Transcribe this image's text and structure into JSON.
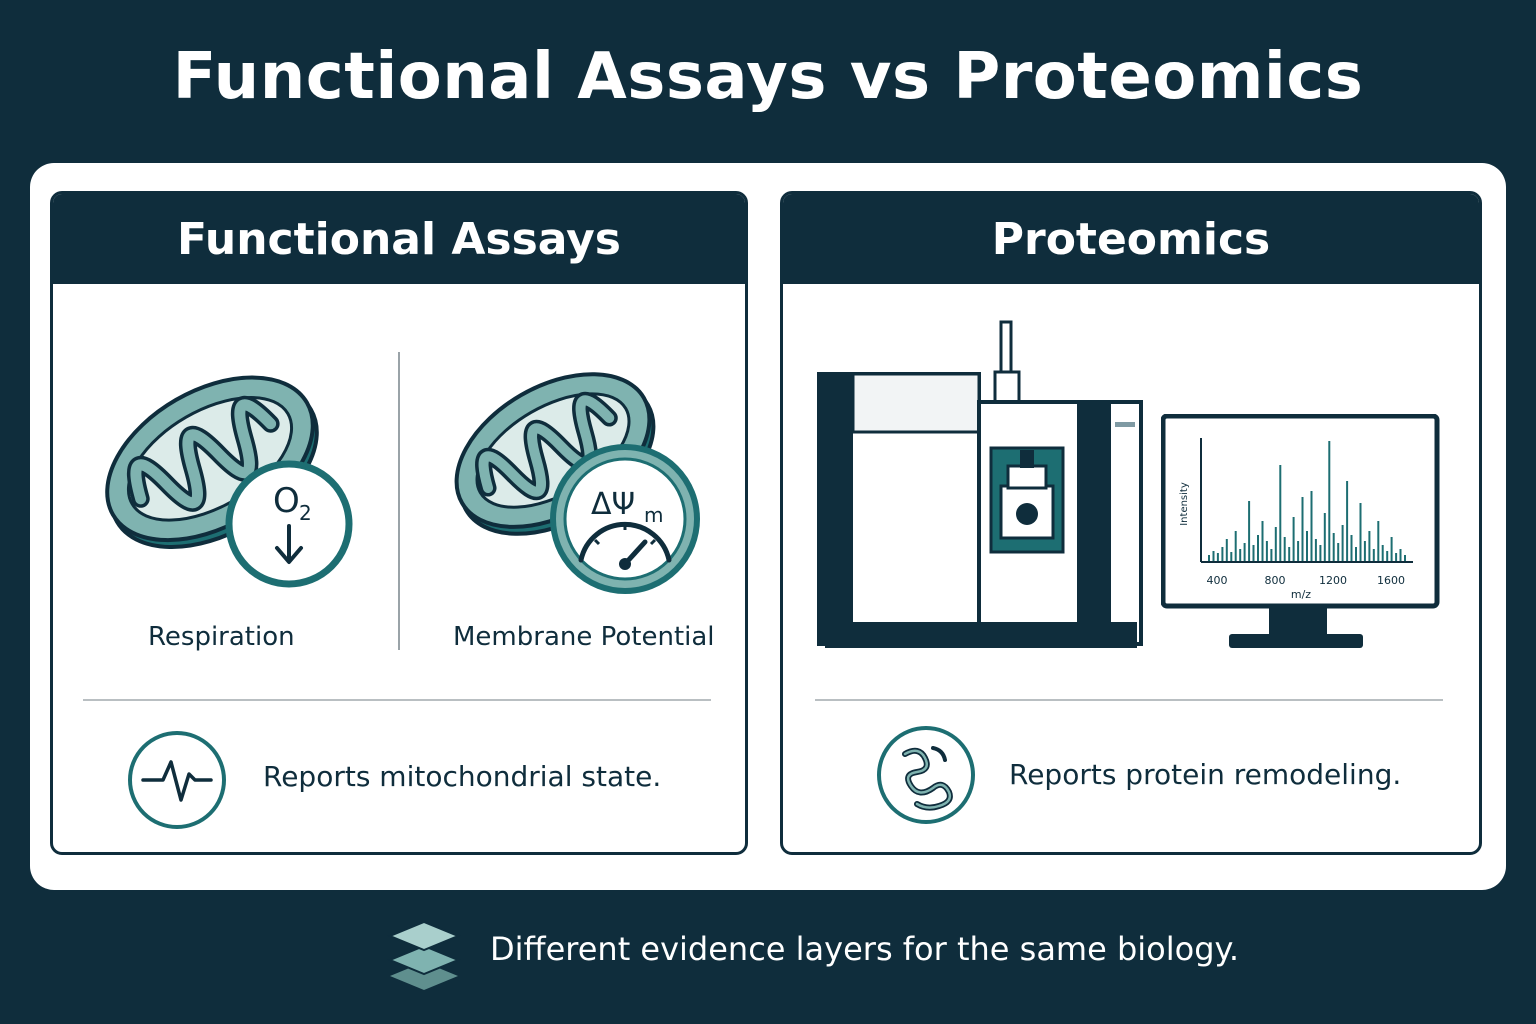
{
  "title": "Functional Assays vs Proteomics",
  "left_panel": {
    "header": "Functional Assays",
    "respiration_label": "Respiration",
    "respiration_badge": "O",
    "respiration_badge_sub": "2",
    "membrane_label": "Membrane Potential",
    "membrane_badge": "ΔΨ",
    "membrane_badge_sub": "m",
    "summary": "Reports mitochondrial state."
  },
  "right_panel": {
    "header": "Proteomics",
    "spectrum": {
      "ylabel": "Intensity",
      "xlabel": "m/z",
      "ticks": [
        "400",
        "800",
        "1200",
        "1600"
      ]
    },
    "summary": "Reports protein remodeling."
  },
  "footer": {
    "text": "Different evidence layers for the same biology."
  },
  "colors": {
    "navy": "#0f2d3c",
    "teal": "#1d6e72",
    "teal_light": "#7fb3b0"
  }
}
